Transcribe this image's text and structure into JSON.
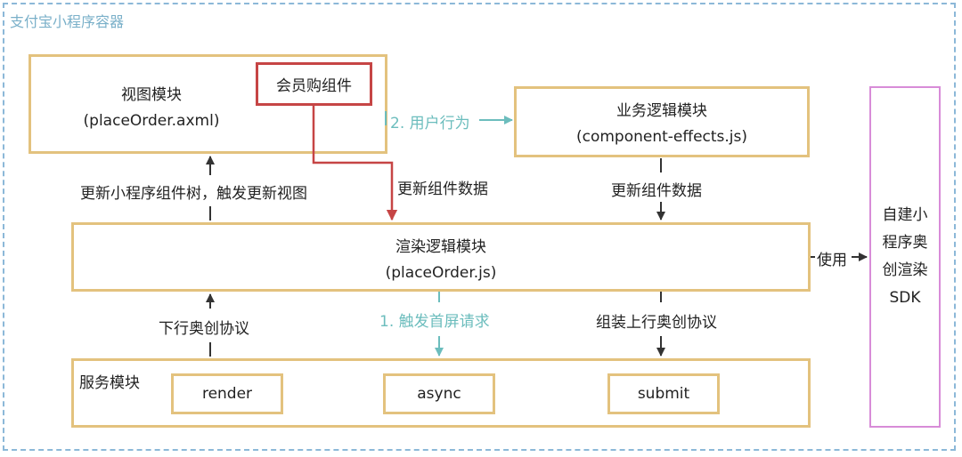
{
  "container": {
    "title": "支付宝小程序容器"
  },
  "view_module": {
    "title": "视图模块",
    "file": "(placeOrder.axml)"
  },
  "member_component": {
    "label": "会员购组件"
  },
  "business_module": {
    "title": "业务逻辑模块",
    "file": "(component-effects.js)"
  },
  "render_module": {
    "title": "渲染逻辑模块",
    "file": "(placeOrder.js)"
  },
  "service_module": {
    "title": "服务模块",
    "items": [
      "render",
      "async",
      "submit"
    ]
  },
  "sdk": {
    "label": "自建小\n程序奥\n创渲染\nSDK"
  },
  "edges": {
    "user_action": "2. 用户行为",
    "update_component_data_left": "更新组件数据",
    "update_component_data_right": "更新组件数据",
    "update_tree": "更新小程序组件树，触发更新视图",
    "use": "使用",
    "down_protocol": "下行奥创协议",
    "first_screen": "1. 触发首屏请求",
    "assemble_up_protocol": "组装上行奥创协议"
  },
  "colors": {
    "container_border": "#8cb8d8",
    "module_border": "#e3c27e",
    "component_border": "#c64545",
    "sdk_border": "#d88cd8",
    "teal_text": "#6cbdbd",
    "arrow_dark": "#333333"
  }
}
